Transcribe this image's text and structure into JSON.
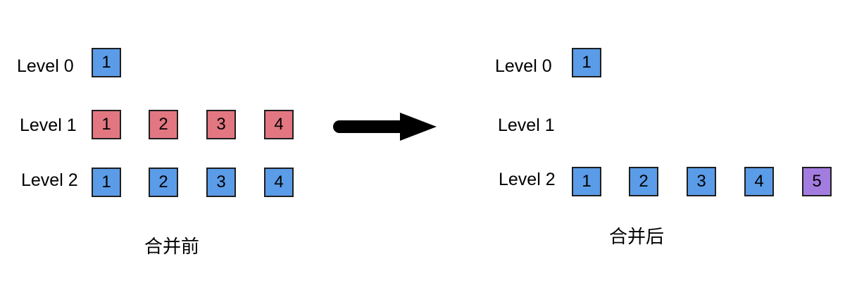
{
  "colors": {
    "level0": "#5b9ce8",
    "compacted": "#e27782",
    "level2": "#5b9ce8",
    "new_file": "#a37ce0",
    "border": "#1f1f1f"
  },
  "before": {
    "caption": "合并前",
    "levels": [
      {
        "label": "Level 0",
        "files": [
          "1"
        ]
      },
      {
        "label": "Level 1",
        "files": [
          "1",
          "2",
          "3",
          "4"
        ]
      },
      {
        "label": "Level 2",
        "files": [
          "1",
          "2",
          "3",
          "4"
        ]
      }
    ]
  },
  "after": {
    "caption": "合并后",
    "levels": [
      {
        "label": "Level 0",
        "files": [
          "1"
        ]
      },
      {
        "label": "Level 1",
        "files": []
      },
      {
        "label": "Level 2",
        "files": [
          "1",
          "2",
          "3",
          "4",
          "5"
        ]
      }
    ]
  },
  "arrow_icon": "right-arrow-icon"
}
